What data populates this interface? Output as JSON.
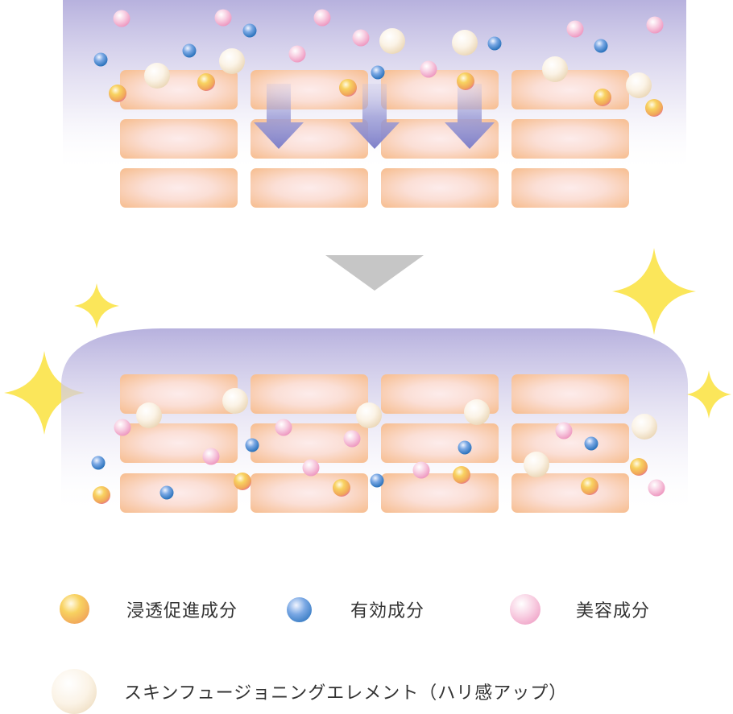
{
  "colors": {
    "cell_edge": "#f7c197",
    "cell_center": "#fdecea",
    "membrane": "#b3addc",
    "arrow": "#8b8ccd",
    "big_arrow": "#c6c6c6",
    "sparkle": "#fbe65a",
    "orange_particle": "#f6bf45",
    "blue_particle": "#2f86c9",
    "pink_particle": "#f2a4c7",
    "pearl_particle": "#f0dfc2"
  },
  "legend": {
    "orange": "浸透促進成分",
    "blue": "有効成分",
    "pink": "美容成分",
    "pearl": "スキンフュージョニングエレメント（ハリ感アップ）"
  }
}
